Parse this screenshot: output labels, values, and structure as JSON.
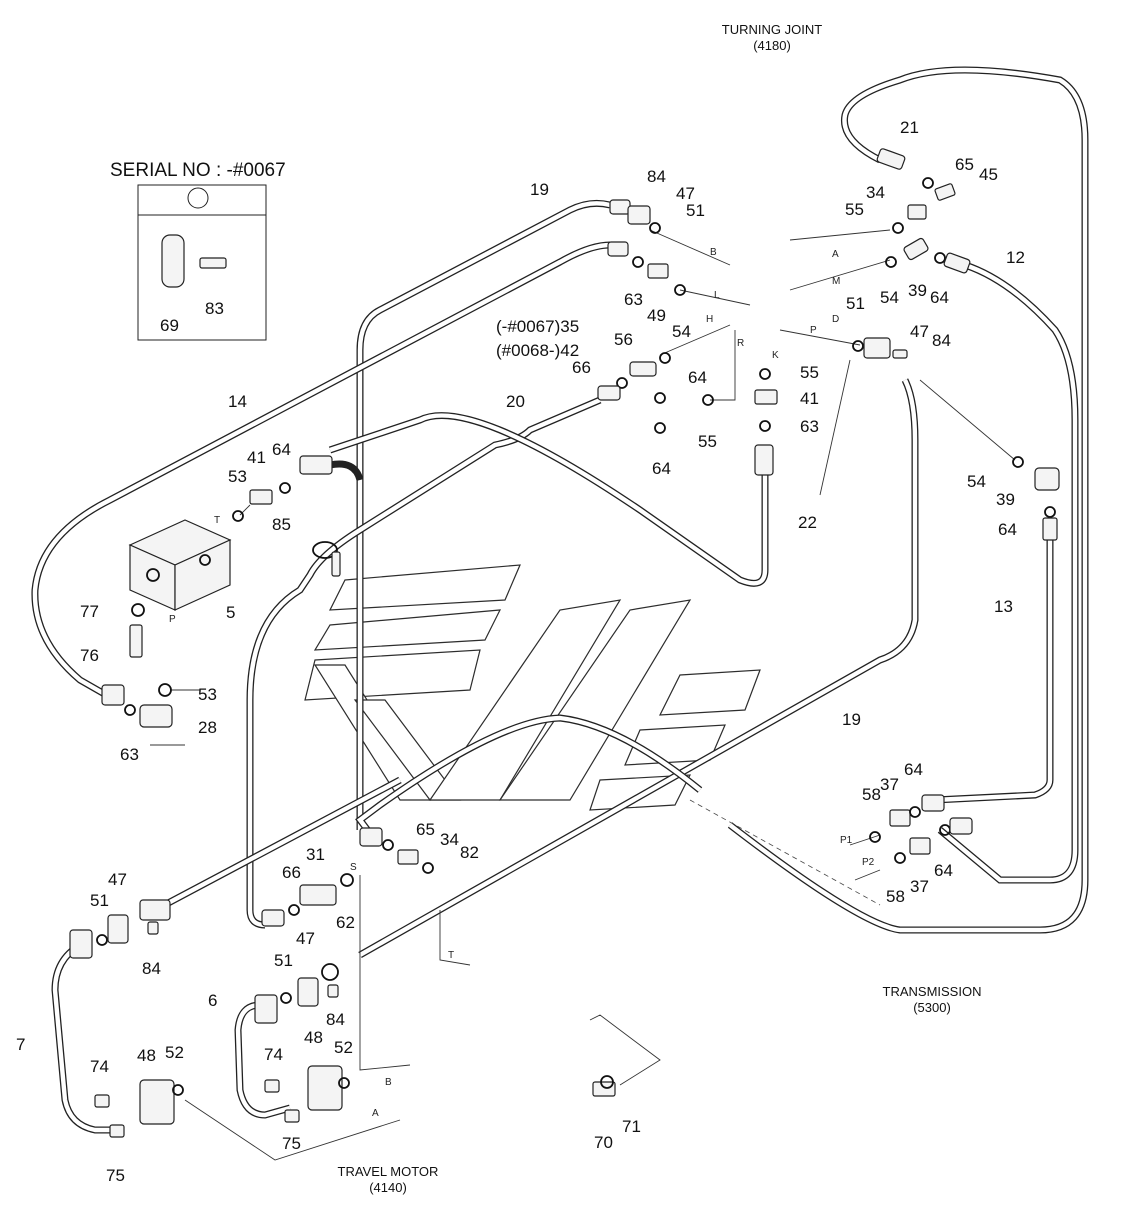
{
  "titles": {
    "turning_joint": "TURNING JOINT",
    "turning_joint_code": "(4180)",
    "transmission": "TRANSMISSION",
    "transmission_code": "(5300)",
    "travel_motor": "TRAVEL MOTOR",
    "travel_motor_code": "(4140)",
    "serial_note": "SERIAL NO : -#0067",
    "serial_old": "(-#0067)35",
    "serial_new": "(#0068-)42"
  },
  "callouts": {
    "n84a": "84",
    "n19a": "19",
    "n47a": "47",
    "n51a": "51",
    "n21": "21",
    "n65a": "65",
    "n45": "45",
    "n34a": "34",
    "n55a": "55",
    "n12": "12",
    "n54a": "54",
    "n39a": "39",
    "n64a": "64",
    "n63a": "63",
    "n49": "49",
    "n54b": "54",
    "n56": "56",
    "n66a": "66",
    "n64b": "64",
    "n64c": "64",
    "n55b": "55",
    "n20": "20",
    "n51b": "51",
    "n47b": "47",
    "n84b": "84",
    "n55c": "55",
    "n41a": "41",
    "n63b": "63",
    "n14": "14",
    "n41b": "41",
    "n64d": "64",
    "n53a": "53",
    "n85": "85",
    "n22": "22",
    "n54c": "54",
    "n39b": "39",
    "n64e": "64",
    "n13": "13",
    "n5": "5",
    "n77": "77",
    "n76": "76",
    "n53b": "53",
    "n28": "28",
    "n63c": "63",
    "n19b": "19",
    "n58a": "58",
    "n37a": "37",
    "n64f": "64",
    "n64g": "64",
    "n37b": "37",
    "n58b": "58",
    "n65b": "65",
    "n34b": "34",
    "n82": "82",
    "n31": "31",
    "n66b": "66",
    "n62": "62",
    "n47c": "47",
    "n51c": "51",
    "n84c": "84",
    "n47d": "47",
    "n51d": "51",
    "n84d": "84",
    "n6": "6",
    "n7": "7",
    "n74a": "74",
    "n48a": "48",
    "n52a": "52",
    "n75a": "75",
    "n74b": "74",
    "n48b": "48",
    "n52b": "52",
    "n75b": "75",
    "n70": "70",
    "n71": "71",
    "n69": "69",
    "n83": "83"
  },
  "ports": {
    "B1": "B",
    "A1": "A",
    "M": "M",
    "D": "D",
    "P": "P",
    "L": "L",
    "H": "H",
    "R": "R",
    "K": "K",
    "T1": "T",
    "Pport": "P",
    "S": "S",
    "T2": "T",
    "B2": "B",
    "A2": "A",
    "P1": "P1",
    "P2": "P2"
  },
  "icons": [
    "hose",
    "o-ring",
    "connector",
    "elbow-fitting",
    "flange",
    "bolt",
    "washer",
    "valve-block",
    "clamp"
  ]
}
